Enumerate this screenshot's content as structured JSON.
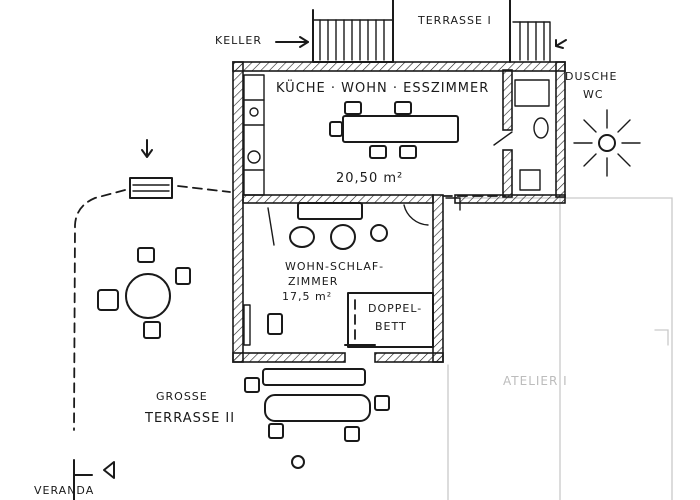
{
  "labels": {
    "terrasse_1": "TERRASSE I",
    "keller": "KELLER",
    "kueche": "KÜCHE · WOHN · ESSZIMMER",
    "dusche": "DUSCHE",
    "wc": "WC",
    "area_kueche": "20,50 m²",
    "wohn_line1": "WOHN-SCHLAF-",
    "wohn_line2": "ZIMMER",
    "area_wohn": "17,5 m²",
    "bett_line1": "DOPPEL-",
    "bett_line2": "BETT",
    "grosse": "GROSSE",
    "terrasse_2": "TERRASSE II",
    "atelier": "ATELIER I",
    "bottom_left": "VERANDA"
  }
}
